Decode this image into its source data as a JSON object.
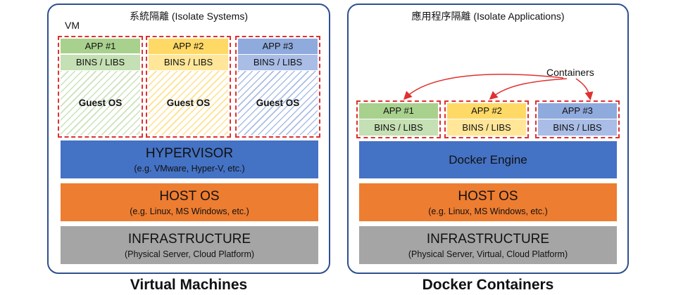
{
  "colors": {
    "border": "#2f4f8f",
    "dashed_box": "#e03030",
    "hypervisor": "#4472c4",
    "host_os": "#ed7d31",
    "infrastructure": "#a5a5a5",
    "green": "#a9d18e",
    "yellow": "#ffd966",
    "blue": "#8faadc",
    "arrow": "#e03030"
  },
  "vm": {
    "title": "系統隔離 (Isolate Systems)",
    "vm_label": "VM",
    "caption": "Virtual Machines",
    "apps": [
      {
        "app": "APP #1",
        "bins": "BINS / LIBS",
        "guest": "Guest OS"
      },
      {
        "app": "APP #2",
        "bins": "BINS / LIBS",
        "guest": "Guest OS"
      },
      {
        "app": "APP #3",
        "bins": "BINS / LIBS",
        "guest": "Guest OS"
      }
    ],
    "hypervisor": {
      "title": "HYPERVISOR",
      "subtitle": "(e.g. VMware, Hyper-V, etc.)"
    },
    "host_os": {
      "title": "HOST OS",
      "subtitle": "(e.g. Linux, MS Windows, etc.)"
    },
    "infrastructure": {
      "title": "INFRASTRUCTURE",
      "subtitle": "(Physical Server, Cloud Platform)"
    }
  },
  "docker": {
    "title": "應用程序隔離 (Isolate Applications)",
    "containers_label": "Containers",
    "caption": "Docker Containers",
    "apps": [
      {
        "app": "APP #1",
        "bins": "BINS / LIBS"
      },
      {
        "app": "APP #2",
        "bins": "BINS / LIBS"
      },
      {
        "app": "APP #3",
        "bins": "BINS / LIBS"
      }
    ],
    "engine": {
      "title": "Docker Engine"
    },
    "host_os": {
      "title": "HOST OS",
      "subtitle": "(e.g. Linux, MS Windows, etc.)"
    },
    "infrastructure": {
      "title": "INFRASTRUCTURE",
      "subtitle": "(Physical Server, Virtual, Cloud Platform)"
    }
  }
}
